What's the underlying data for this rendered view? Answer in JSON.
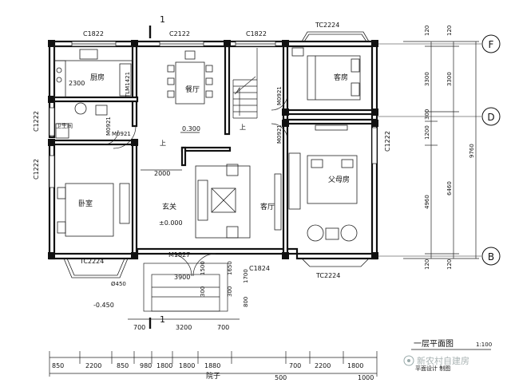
{
  "rooms": {
    "kitchen": "厨房",
    "dining": "餐厅",
    "bath": "卫生间",
    "bedroom": "卧室",
    "foyer": "玄关",
    "living": "客厅",
    "guest": "客房",
    "parents": "父母房",
    "yard": "院子"
  },
  "windows": {
    "c1822_a": "C1822",
    "c2122": "C2122",
    "c1822_b": "C1822",
    "tc2224_top": "TC2224",
    "c1222_left_a": "C1222",
    "c1222_left_b": "C1222",
    "c1222_right": "C1222",
    "tc2224_bl": "TC2224",
    "tc2224_br": "TC2224",
    "c1824": "C1824"
  },
  "doors": {
    "tlm": "TLM1421",
    "m0921_a": "M0921",
    "m0921_b": "M0921",
    "m0921_c": "M0921",
    "m0921_d": "M0921",
    "m1827": "M1827"
  },
  "levels": {
    "dining": "0.300",
    "foyer": "±0.000",
    "outside": "-0.450"
  },
  "labels": {
    "section_mark_top": "1",
    "section_mark_bottom": "1",
    "stair_up_a": "上",
    "stair_up_b": "上",
    "dia": "Ø450",
    "plan_title": "一层平面图",
    "plan_scale": "1:100",
    "watermark": "新农村自建房",
    "caption_small": "平面设计  制图"
  },
  "dims": {
    "d2300": "2300",
    "d2000": "2000",
    "d3900": "3900",
    "d1500": "1500",
    "d1650": "1650",
    "d1700": "1700",
    "d300a": "300",
    "d300b": "300",
    "d800": "800",
    "d700a": "700",
    "d3200": "3200",
    "d700b": "700",
    "bottom": [
      "850",
      "2200",
      "850",
      "980",
      "1800",
      "1800",
      "1880",
      "700",
      "2200",
      "1800",
      "1000"
    ],
    "bottom_total": "500",
    "r1": "120",
    "r2": "3300",
    "r3": "300",
    "r4": "1200",
    "r5": "4960",
    "r6": "120",
    "r1b": "120",
    "r2b": "3300",
    "r3b": "6460",
    "r4b": "120",
    "total": "9760"
  },
  "axes": {
    "f": "F",
    "d": "D",
    "b": "B"
  }
}
